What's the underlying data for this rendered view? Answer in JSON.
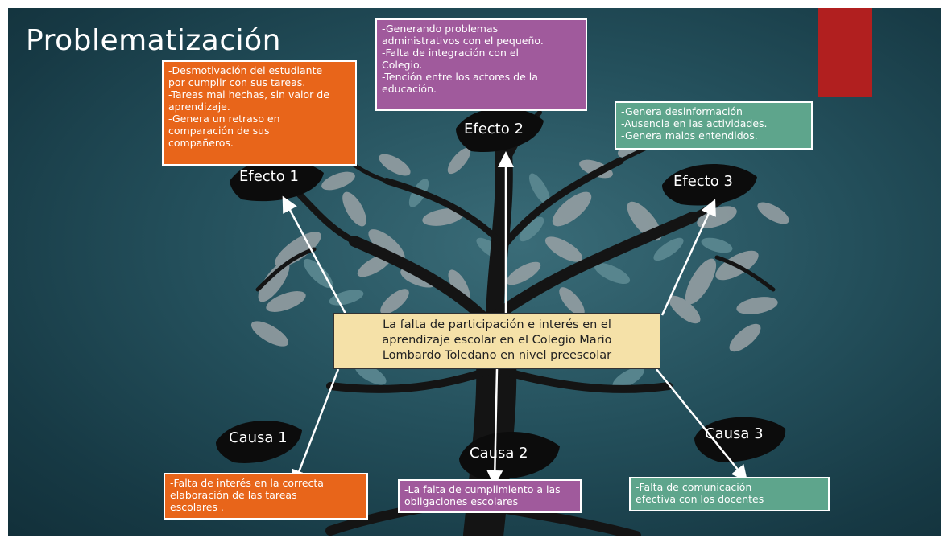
{
  "title": "Problematización",
  "center": {
    "text": "La falta de participación e interés en el\naprendizaje escolar en el Colegio Mario\nLombardo Toledano en nivel preescolar"
  },
  "effects": [
    {
      "label": "Efecto 1",
      "text": "-Desmotivación del estudiante\npor cumplir con sus tareas.\n-Tareas mal hechas, sin valor de\naprendizaje.\n-Genera un retraso en\ncomparación de sus\ncompañeros."
    },
    {
      "label": "Efecto 2",
      "text": "-Generando problemas\nadministrativos con el pequeño.\n-Falta de integración con el\nColegio.\n-Tención entre los actores de la\neducación."
    },
    {
      "label": "Efecto 3",
      "text": "-Genera desinformación\n-Ausencia en las actividades.\n-Genera malos entendidos."
    }
  ],
  "causes": [
    {
      "label": "Causa 1",
      "text": "-Falta de interés en la  correcta\nelaboración de las tareas\nescolares ."
    },
    {
      "label": "Causa 2",
      "text": "-La falta de cumplimiento a las\nobligaciones escolares"
    },
    {
      "label": "Causa 3",
      "text": "-Falta de comunicación\nefectiva con los docentes"
    }
  ],
  "colors": {
    "effect_1": "#e8651a",
    "effect_2": "#a05a9c",
    "effect_3": "#5ea58c",
    "cause_1": "#e8651a",
    "cause_2": "#a05a9c",
    "cause_3": "#5ea58c",
    "center_box": "#f5e1a8",
    "accent_bar": "#b11f1f"
  }
}
